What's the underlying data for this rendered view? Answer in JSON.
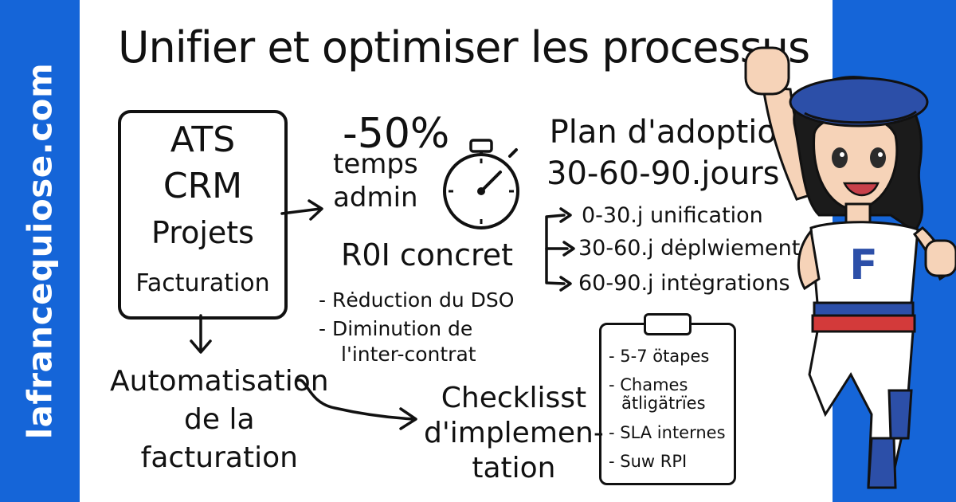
{
  "site": {
    "name": "lafrancequiose.com"
  },
  "headline": "Unifier et optimiser les processus",
  "stack": {
    "items": [
      "ATS",
      "CRM",
      "Projets",
      "Facturation"
    ]
  },
  "stat": {
    "value": "-50%",
    "label_line1": "temps",
    "label_line2": "admin"
  },
  "plan": {
    "title_line1": "Plan d'adoptio",
    "title_line2": "30-60-90.jours",
    "phases": [
      "0-30.j unification",
      "30-60.j dėplwiement",
      "60-90.j intėgrations"
    ]
  },
  "roi": {
    "title": "R0I concret",
    "items": [
      "- Rėduction du DSO",
      "- Diminution de",
      "l'inter-contrat"
    ]
  },
  "automation": {
    "line1": "Automatisation",
    "line2": "de la",
    "line3": "facturation"
  },
  "checklist": {
    "title_line1": "Checklisst",
    "title_line2": "d'implemen-",
    "title_line3": "tation",
    "items": [
      "- 5-7 ötapes",
      "- Chames",
      "ãtligätrïes",
      "- SLA internes",
      "- Suw RPI"
    ]
  },
  "mascot": {
    "shirt_letter": "F"
  },
  "colors": {
    "accent_blue": "#1565d8",
    "ink": "#111111",
    "beret": "#2c4fa8",
    "stripe_red": "#d33a3a"
  }
}
